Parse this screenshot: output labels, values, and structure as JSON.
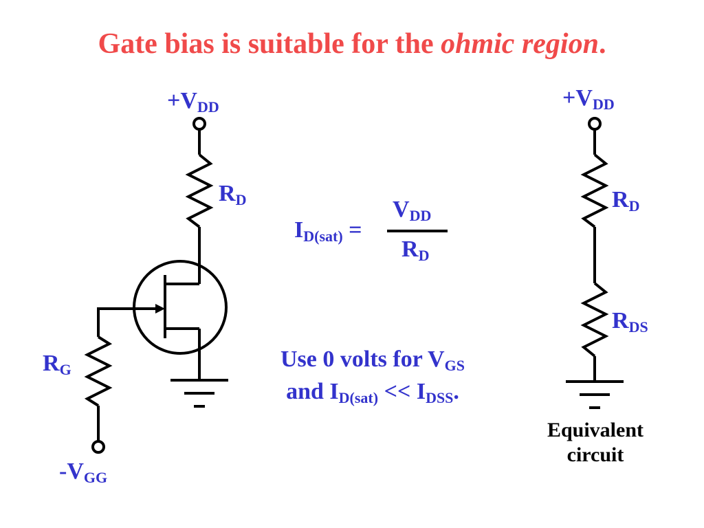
{
  "title": {
    "main": "Gate bias is suitable for the ",
    "emphasis": "ohmic region",
    "end": "."
  },
  "left_circuit": {
    "vdd": {
      "prefix": "+V",
      "sub": "DD"
    },
    "rd": {
      "main": "R",
      "sub": "D"
    },
    "rg": {
      "main": "R",
      "sub": "G"
    },
    "vgg": {
      "prefix": "-V",
      "sub": "GG"
    }
  },
  "formula": {
    "lhs": {
      "main": "I",
      "sub": "D(sat)",
      "eq": " ="
    },
    "numerator": {
      "main": "V",
      "sub": "DD"
    },
    "denominator": {
      "main": "R",
      "sub": "D"
    }
  },
  "note": {
    "line1_text": "Use 0 volts for V",
    "line1_sub": "GS",
    "line2_a": "and I",
    "line2_sub1": "D(sat)",
    "line2_b": " << I",
    "line2_sub2": "DSS",
    "line2_end": "."
  },
  "right_circuit": {
    "vdd": {
      "prefix": "+V",
      "sub": "DD"
    },
    "rd": {
      "main": "R",
      "sub": "D"
    },
    "rds": {
      "main": "R",
      "sub": "DS"
    },
    "caption_line1": "Equivalent",
    "caption_line2": "circuit"
  },
  "colors": {
    "title": "#f04a4a",
    "label": "#3333cc",
    "wire": "#000000"
  }
}
